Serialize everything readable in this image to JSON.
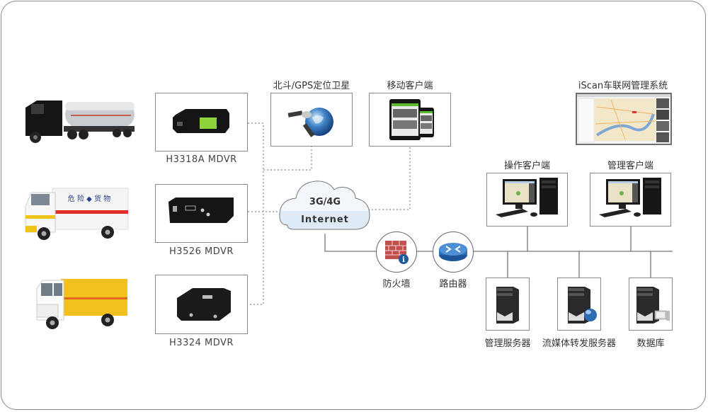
{
  "diagram": {
    "vehicles": [
      {
        "name": "tanker-truck",
        "type": "tanker semi-trailer truck"
      },
      {
        "name": "hazmat-van",
        "type": "hazardous goods box truck",
        "cargo_text": "危 险 ◆ 货 物"
      },
      {
        "name": "box-truck",
        "type": "yellow hazardous goods box truck"
      }
    ],
    "devices": [
      {
        "label": "H3318A MDVR"
      },
      {
        "label": "H3526 MDVR"
      },
      {
        "label": "H3324 MDVR"
      }
    ],
    "satellite": {
      "label": "北斗/GPS定位卫星"
    },
    "mobile_client": {
      "label": "移动客户端"
    },
    "iscan": {
      "label": "iScan车联网管理系统"
    },
    "cloud": {
      "line1": "3G/4G",
      "line2": "Internet",
      "color": "#deeaf6"
    },
    "firewall": {
      "label": "防火墙"
    },
    "router": {
      "label": "路由器"
    },
    "clients": [
      {
        "label": "操作客户端"
      },
      {
        "label": "管理客户端"
      }
    ],
    "servers": [
      {
        "label": "管理服务器",
        "variant": "plain"
      },
      {
        "label": "流媒体转发服务器",
        "variant": "globe"
      },
      {
        "label": "数据库",
        "variant": "monitor"
      }
    ],
    "colors": {
      "border": "#888888",
      "line": "#777777",
      "firewall": "#c0504d",
      "router": "#2e6fb5",
      "globe": "#2d6cb5"
    }
  }
}
